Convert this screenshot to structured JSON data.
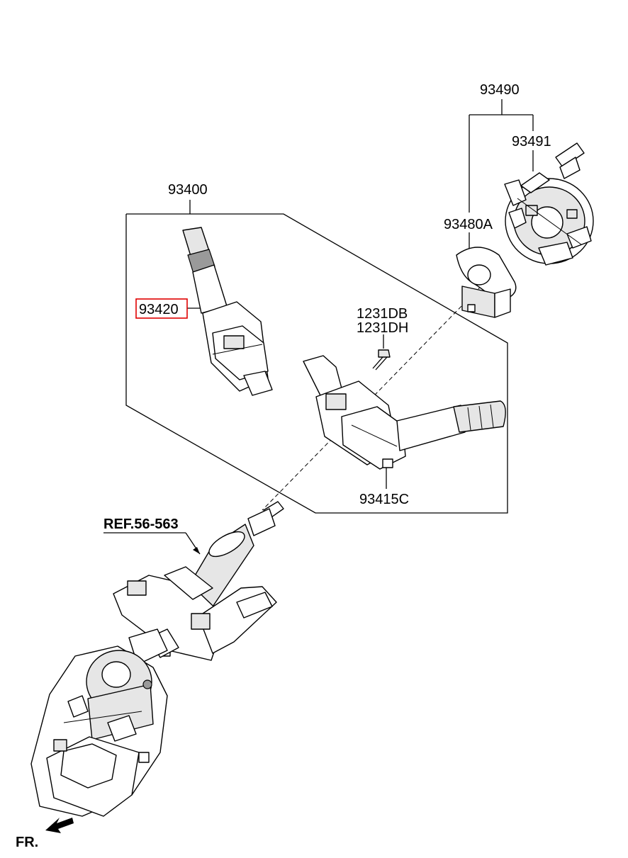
{
  "labels": {
    "p93490": "93490",
    "p93491": "93491",
    "p93400": "93400",
    "p93480A": "93480A",
    "p93420": "93420",
    "p1231DB": "1231DB",
    "p1231DH": "1231DH",
    "p93415C": "93415C",
    "ref": "REF.56-563",
    "fr": "FR."
  },
  "highlight_color": "#e00000"
}
